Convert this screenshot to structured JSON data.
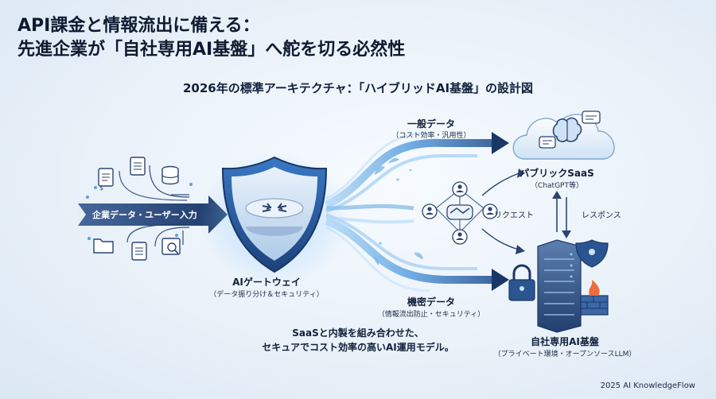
{
  "header": {
    "title_line1": "API課金と情報流出に備える：",
    "title_line2": "先進企業が「自社専用AI基盤」へ舵を切る必然性",
    "subtitle": "2026年の標準アーキテクチャ：「ハイブリッドAI基盤」の設計図"
  },
  "diagram": {
    "input_label": "企業データ・ユーザー入力",
    "gateway_name": "AIゲートウェイ",
    "gateway_sub": "（データ振り分け＆セキュリティ）",
    "general_data": "一般データ",
    "general_sub": "（コスト効率・汎用性）",
    "confidential_data": "機密データ",
    "confidential_sub": "（情報流出防止・セキュリティ）",
    "saas_name": "パブリックSaaS",
    "saas_sub": "（ChatGPT等）",
    "request": "リクエスト",
    "response": "レスポンス",
    "private_name": "自社専用AI基盤",
    "private_sub": "（プライベート環境・オープンソースLLM）",
    "caption_line1": "SaaSと内製を組み合わせた、",
    "caption_line2": "セキュアでコスト効率の高いAI運用モデル。"
  },
  "footer": {
    "credit": "2025 AI KnowledgeFlow"
  },
  "colors": {
    "accent": "#1f4f8f",
    "dark_navy": "#1b3766",
    "flow_light": "#8cc4f2",
    "shield": "#2a5fa8"
  }
}
